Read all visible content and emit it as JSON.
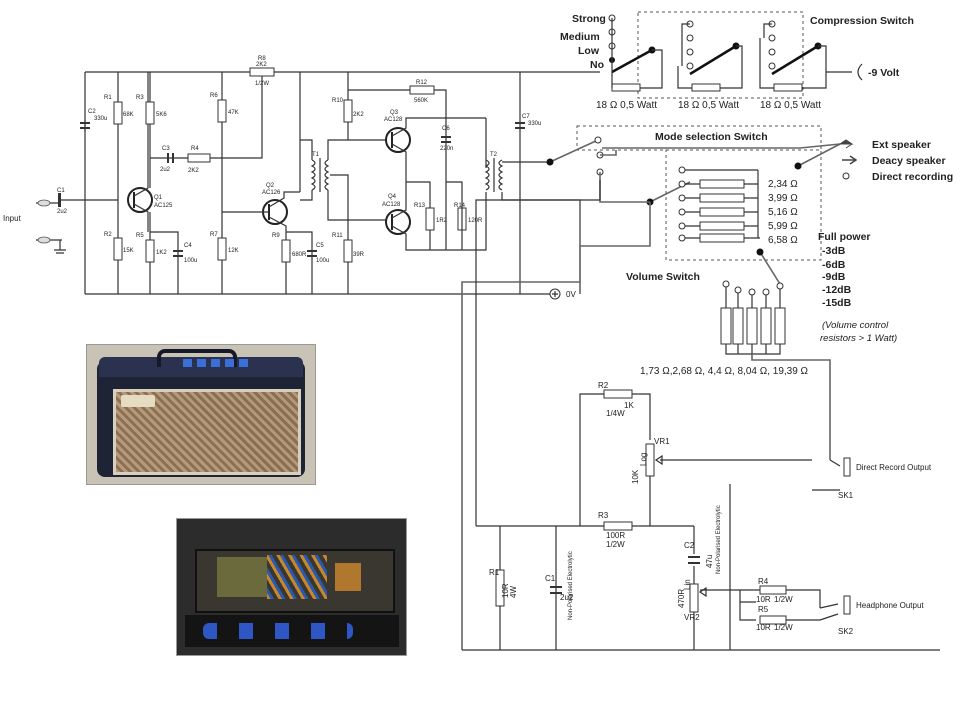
{
  "top_circuit": {
    "input_label": "Input",
    "r1": {
      "name": "R1",
      "value": "68K"
    },
    "r2": {
      "name": "R2",
      "value": "15K"
    },
    "r3": {
      "name": "R3",
      "value": "5K6"
    },
    "r4": {
      "name": "R4",
      "value": "2K2"
    },
    "r5": {
      "name": "R5",
      "value": "1K2"
    },
    "r6": {
      "name": "R6",
      "value": "47K"
    },
    "r7": {
      "name": "R7",
      "value": "12K"
    },
    "r8": {
      "name": "R8",
      "value": "2K2",
      "power": "1/2W"
    },
    "r9": {
      "name": "R9",
      "value": "680R"
    },
    "r10": {
      "name": "R10",
      "value": "2K2"
    },
    "r11": {
      "name": "R11",
      "value": "39R"
    },
    "r12": {
      "name": "R12",
      "value": "560K"
    },
    "r13": {
      "name": "R13",
      "value": "1R2"
    },
    "r14": {
      "name": "R14",
      "value": "120R"
    },
    "c1": {
      "name": "C1",
      "value": "2u2"
    },
    "c2": {
      "name": "C2",
      "value": "330u"
    },
    "c3": {
      "name": "C3",
      "value": "2u2"
    },
    "c4": {
      "name": "C4",
      "value": "100u"
    },
    "c5": {
      "name": "C5",
      "value": "100u"
    },
    "c6": {
      "name": "C6",
      "value": "220n"
    },
    "c7": {
      "name": "C7",
      "value": "330u"
    },
    "q1": {
      "name": "Q1",
      "type": "AC125"
    },
    "q2": {
      "name": "Q2",
      "type": "AC126"
    },
    "q3": {
      "name": "Q3",
      "type": "AC128"
    },
    "q4": {
      "name": "Q4",
      "type": "AC128"
    },
    "t1": "T1",
    "t2": "T2",
    "zero_volt": "0V"
  },
  "compression": {
    "title": "Compression Switch",
    "positions": [
      "Strong",
      "Medium",
      "Low",
      "No"
    ],
    "resistor_labels": [
      "18 Ω 0,5 Watt",
      "18 Ω 0,5 Watt",
      "18 Ω 0,5 Watt"
    ],
    "supply_label": "-9 Volt"
  },
  "mode": {
    "title": "Mode selection Switch",
    "outputs": [
      "Ext speaker",
      "Deacy speaker",
      "Direct recording"
    ],
    "resistor_values": [
      "2,34 Ω",
      "3,99 Ω",
      "5,16 Ω",
      "5,99 Ω",
      "6,58 Ω"
    ]
  },
  "volume": {
    "title": "Volume Switch",
    "levels": [
      "Full power",
      "-3dB",
      "-6dB",
      "-9dB",
      "-12dB",
      "-15dB"
    ],
    "note_line1": "(Volume control",
    "note_line2": "resistors > 1 Watt)",
    "resistor_values": "1,73 Ω,2,68 Ω, 4,4 Ω, 8,04 Ω, 19,39 Ω"
  },
  "output_stage": {
    "r1": {
      "name": "R1",
      "value": "10R",
      "power": "4W"
    },
    "c1": {
      "name": "C1",
      "value": "2u2",
      "note": "Non-Polarised Electrolytic"
    },
    "r2": {
      "name": "R2",
      "value": "1K",
      "power": "1/4W"
    },
    "vr1": {
      "name": "VR1",
      "value": "10K",
      "taper": "Log"
    },
    "r3": {
      "name": "R3",
      "value": "100R",
      "power": "1/2W"
    },
    "c2": {
      "name": "C2",
      "value": "47u",
      "note": "Non-Polarised Electrolytic"
    },
    "vr2": {
      "name": "VR2",
      "value": "470R",
      "taper": "Lin"
    },
    "r4": {
      "name": "R4",
      "value": "10R",
      "power": "1/2W"
    },
    "r5": {
      "name": "R5",
      "value": "10R",
      "power": "1/2W"
    },
    "sk1": {
      "name": "SK1",
      "label": "Direct Record Output"
    },
    "sk2": {
      "name": "SK2",
      "label": "Headphone Output"
    }
  }
}
